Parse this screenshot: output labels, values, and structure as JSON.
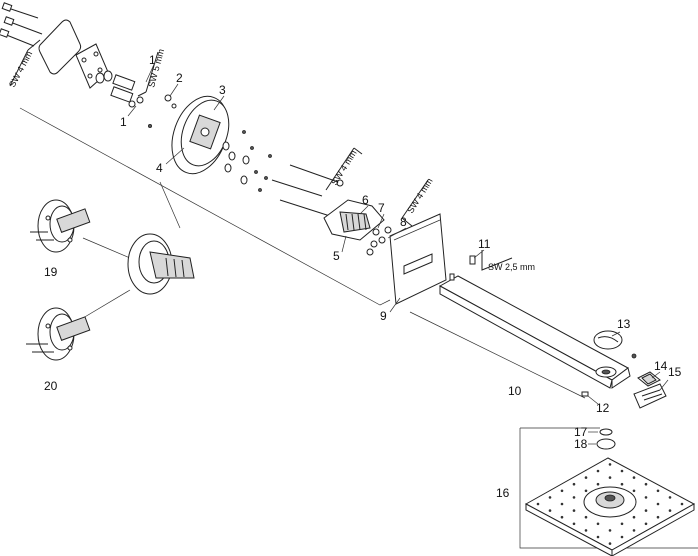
{
  "diagram": {
    "part_labels": [
      "1",
      "1",
      "2",
      "3",
      "4",
      "5",
      "6",
      "7",
      "8",
      "9",
      "10",
      "11",
      "12",
      "13",
      "14",
      "15",
      "16",
      "17",
      "18",
      "19",
      "20"
    ],
    "tool_labels": [
      "SW 4 mm",
      "SW 5 mm",
      "SW 4 mm",
      "SW 4 mm",
      "SW 2,5 mm"
    ]
  }
}
